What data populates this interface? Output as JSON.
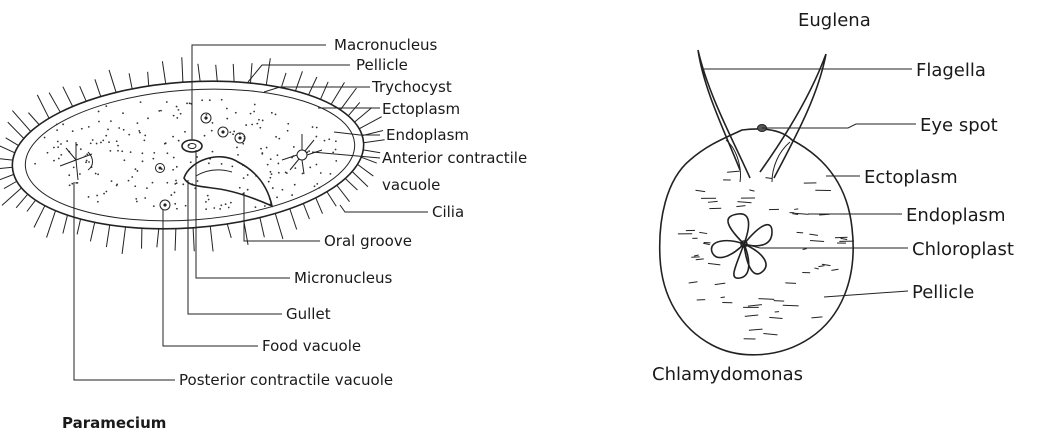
{
  "paramecium": {
    "title": "Paramecium",
    "labels": {
      "macronucleus": "Macronucleus",
      "pellicle": "Pellicle",
      "trychocyst": "Trychocyst",
      "ectoplasm": "Ectoplasm",
      "endoplasm": "Endoplasm",
      "anterior_contractile_1": "Anterior contractile",
      "anterior_contractile_2": "vacuole",
      "cilia": "Cilia",
      "oral_groove": "Oral groove",
      "micronucleus": "Micronucleus",
      "gullet": "Gullet",
      "food_vacuole": "Food vacuole",
      "posterior_contractile": "Posterior contractile vacuole"
    }
  },
  "euglena": {
    "title_top": "Euglena",
    "title_bottom": "Chlamydomonas",
    "labels": {
      "flagella": "Flagella",
      "eye_spot": "Eye spot",
      "ectoplasm": "Ectoplasm",
      "endoplasm": "Endoplasm",
      "chloroplast": "Chloroplast",
      "pellicle": "Pellicle"
    }
  }
}
